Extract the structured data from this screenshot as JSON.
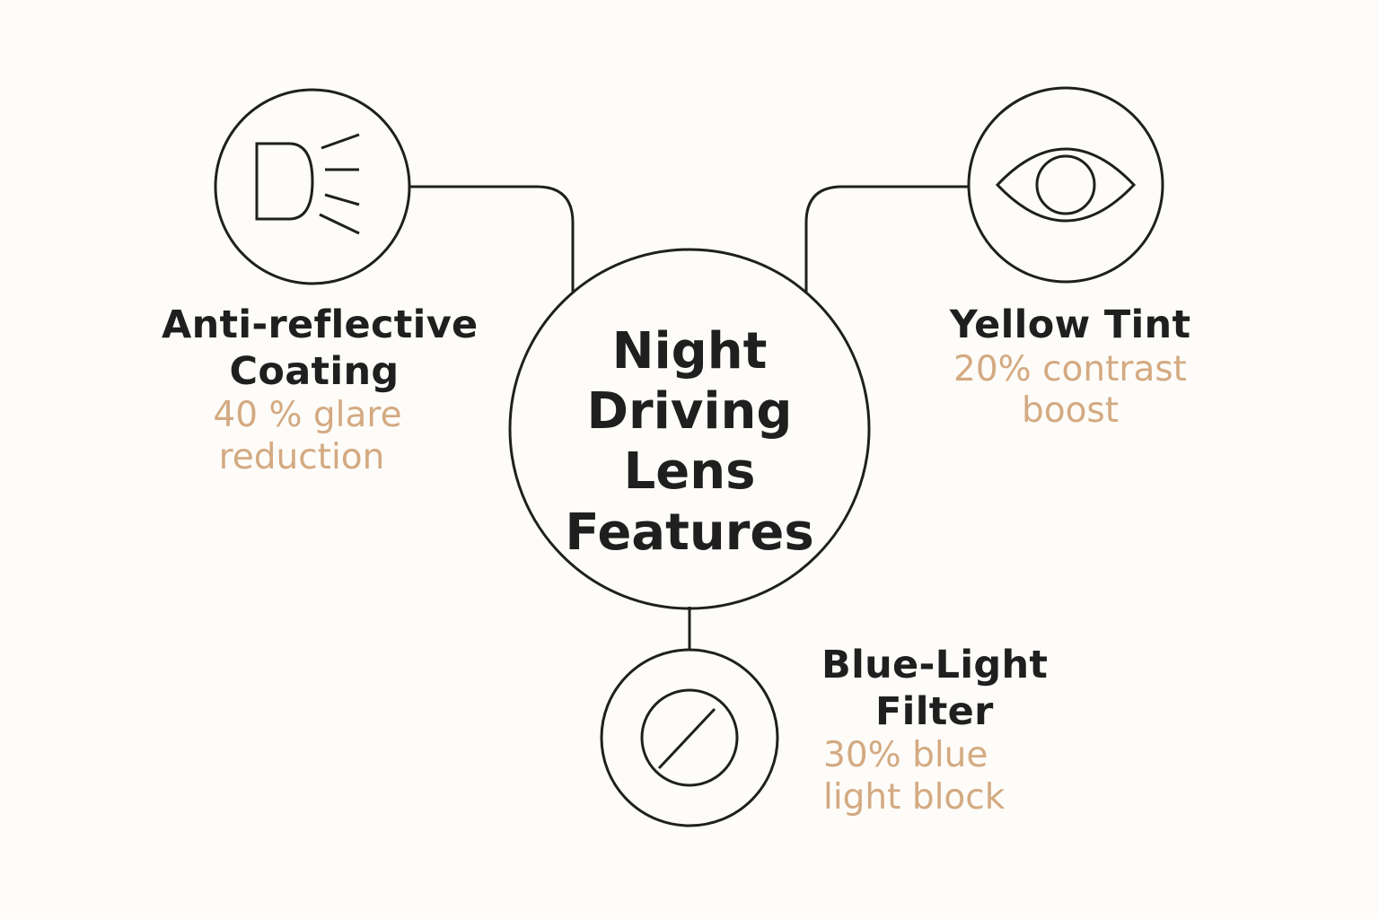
{
  "center": {
    "lines": [
      "Night",
      "Driving Lens",
      "Features"
    ]
  },
  "features": [
    {
      "id": "anti-reflective",
      "icon": "headlight-icon",
      "title_lines": [
        "Anti-reflective",
        "Coating"
      ],
      "stat_lines": [
        "40 % glare",
        "reduction"
      ]
    },
    {
      "id": "yellow-tint",
      "icon": "eye-icon",
      "title_lines": [
        "Yellow Tint"
      ],
      "stat_lines": [
        "20% contrast",
        "boost"
      ]
    },
    {
      "id": "blue-light",
      "icon": "blocked-circle-icon",
      "title_lines": [
        "Blue-Light",
        "Filter"
      ],
      "stat_lines": [
        "30% blue",
        "light block"
      ]
    }
  ],
  "colors": {
    "background": "#fdfcf8",
    "ink": "#1f1f1f",
    "accent": "#d4aa82"
  }
}
